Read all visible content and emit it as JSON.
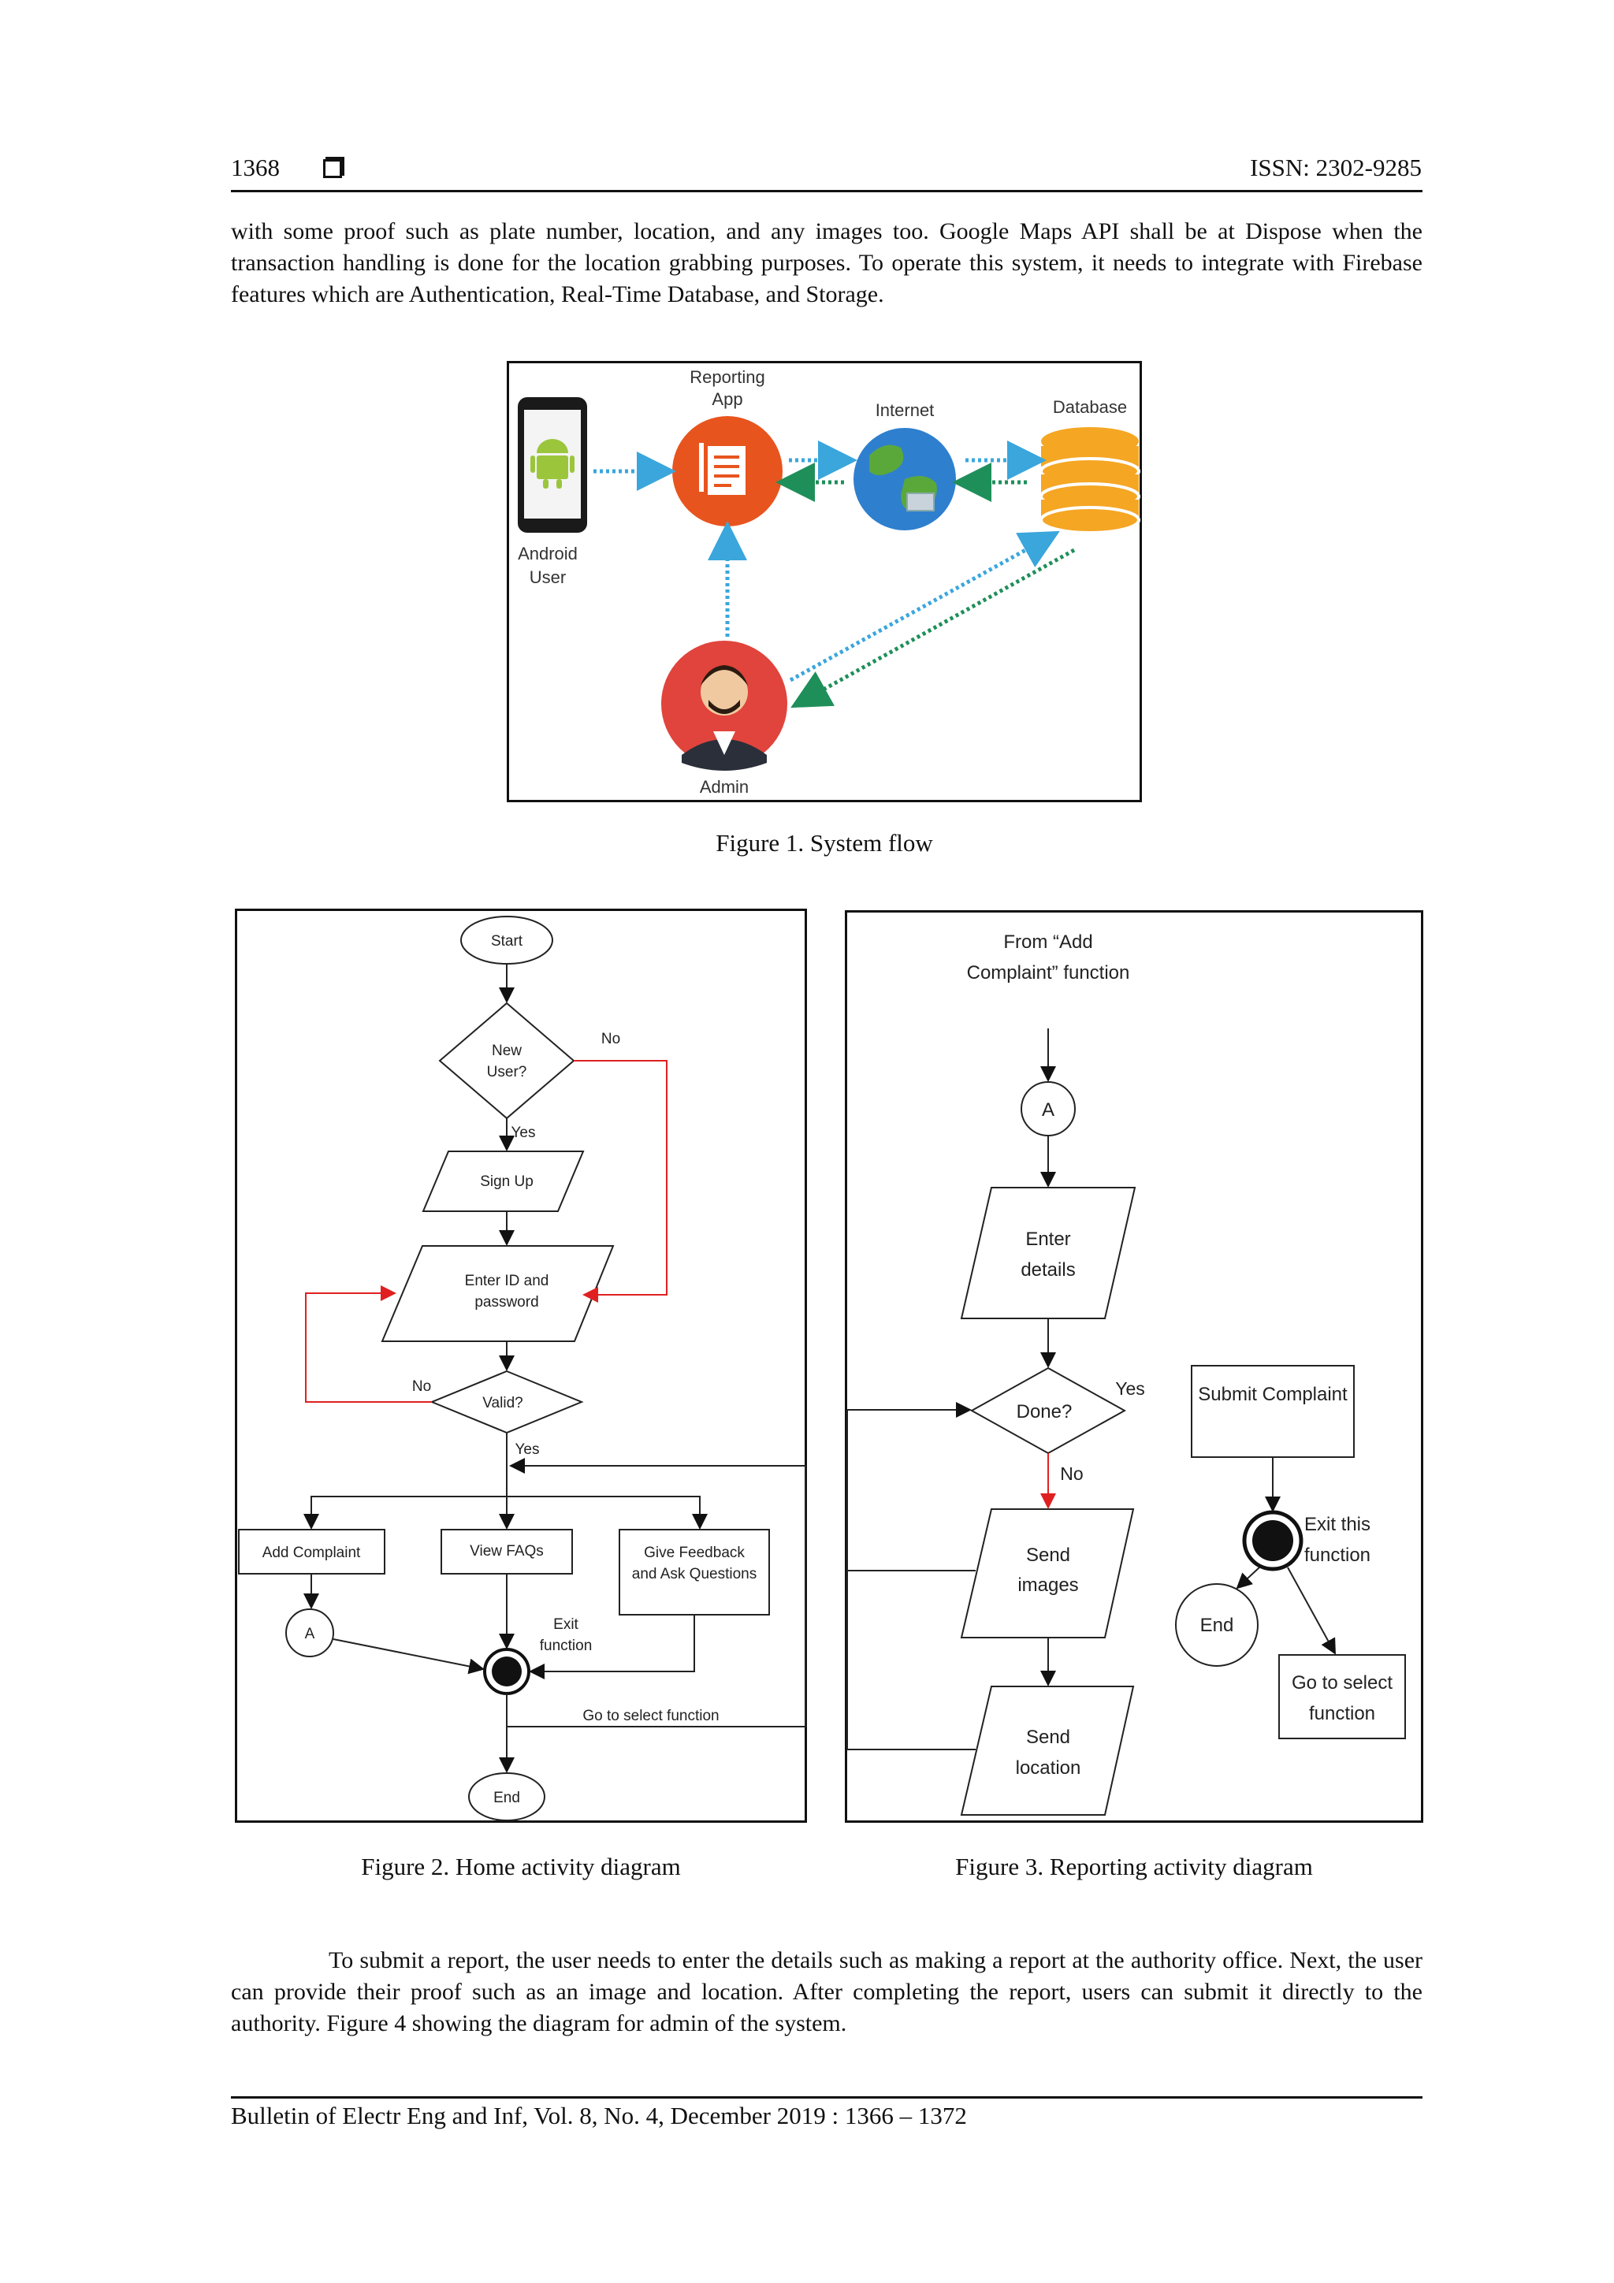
{
  "header": {
    "page_number": "1368",
    "issn": "ISSN: 2302-9285"
  },
  "paragraph_top": "with some proof such as plate number, location, and any images too. Google Maps API shall be at Dispose when the transaction handling is done for the location grabbing purposes. To operate this system, it needs to integrate with Firebase features which are Authentication, Real-Time Database, and Storage.",
  "figure1": {
    "caption": "Figure 1. System flow",
    "labels": {
      "reporting_app": [
        "Reporting",
        "App"
      ],
      "internet": "Internet",
      "database": "Database",
      "android_user": [
        "Android",
        "User"
      ],
      "admin": "Admin"
    }
  },
  "figure2": {
    "caption": "Figure 2. Home activity diagram",
    "nodes": {
      "start": "Start",
      "new_user": [
        "New",
        "User?"
      ],
      "no_1": "No",
      "yes_1": "Yes",
      "sign_up": "Sign Up",
      "enter_id": [
        "Enter ID and",
        "password"
      ],
      "no_2": "No",
      "valid": "Valid?",
      "yes_2": "Yes",
      "add_complaint": "Add Complaint",
      "view_faqs": "View FAQs",
      "give_feedback": [
        "Give Feedback",
        "and Ask Questions"
      ],
      "connector_a": "A",
      "exit_function": [
        "Exit",
        "function"
      ],
      "go_to_select": "Go to select function",
      "end": "End"
    }
  },
  "figure3": {
    "caption": "Figure 3. Reporting activity diagram",
    "nodes": {
      "from_add": [
        "From “Add",
        "Complaint” function"
      ],
      "connector_a": "A",
      "enter_details": [
        "Enter",
        "details"
      ],
      "done": "Done?",
      "yes": "Yes",
      "no": "No",
      "submit_complaint": "Submit Complaint",
      "exit_this": [
        "Exit this",
        "function"
      ],
      "send_images": [
        "Send",
        "images"
      ],
      "end": "End",
      "go_to_select": [
        "Go to select",
        "function"
      ],
      "send_location": [
        "Send",
        "location"
      ]
    }
  },
  "paragraph_bottom": "To submit a report, the user needs to enter the details such as making a report at the authority office. Next, the user can provide their proof such as an image and location. After completing the report, users can submit it directly to the authority. Figure 4 showing the diagram for admin of the system.",
  "footer": {
    "text": "Bulletin of Electr Eng and Inf, Vol. 8, No. 4, December 2019 : 1366 – 1372"
  },
  "colors": {
    "orange": "#e8541e",
    "earth_blue": "#2f7fcf",
    "database_yellow": "#f5a623",
    "android_green": "#9bc63c",
    "admin_red": "#e0443c",
    "arrow_blue": "#3aa6dc",
    "arrow_green": "#1f8f5a",
    "flow_red": "#e02020"
  }
}
